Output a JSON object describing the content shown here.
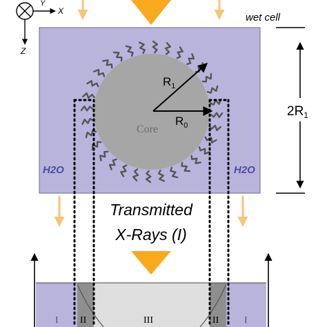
{
  "axes": {
    "x_label": "X",
    "y_label": "Y",
    "z_label": "Z"
  },
  "labels": {
    "wet_cell": "wet cell",
    "height": "2R",
    "height_sub": "1",
    "r1": "R",
    "r1_sub": "1",
    "r0": "R",
    "r0_sub": "0",
    "core": "Core",
    "h2o_left": "H2O",
    "h2o_right": "H2O",
    "transmitted_line1": "Transmitted",
    "transmitted_line2": "X-Rays (I)"
  },
  "regions": {
    "left_outer": "I",
    "left_shell": "II",
    "center": "III",
    "right_shell": "II",
    "right_outer": "I"
  },
  "colors": {
    "cell_fill": "#b8b4dc",
    "core_fill": "#a6a6a6",
    "beam": "#f8a91c",
    "side_arrow": "#f4c57a",
    "h2o_text": "#4c4c9e"
  }
}
